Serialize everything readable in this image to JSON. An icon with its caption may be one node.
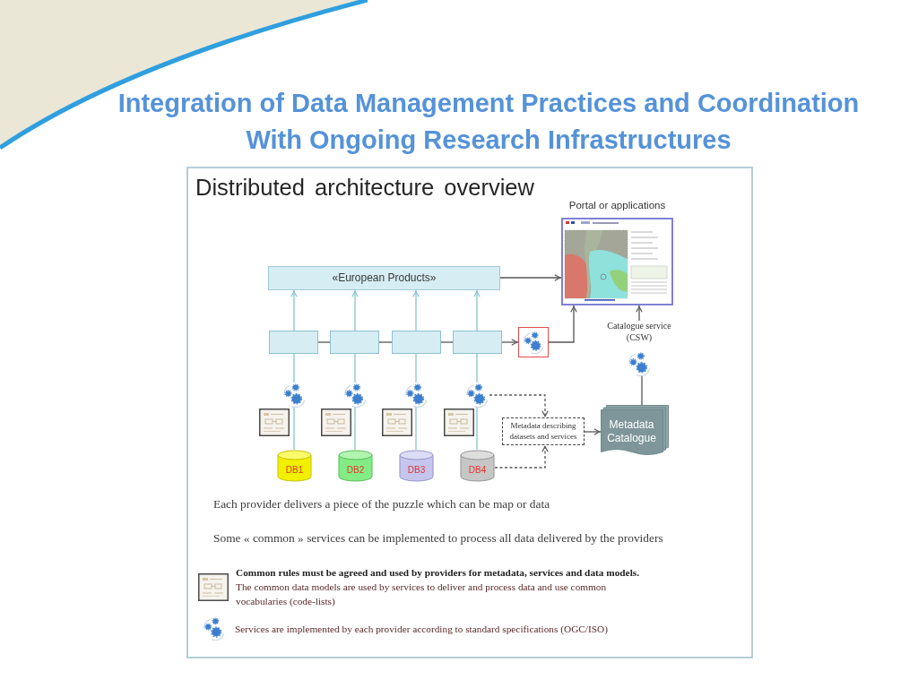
{
  "diagram": {
    "title": "Integration of Data Management Practices and Coordination With Ongoing Research Infrastructures",
    "nodes": [
      {
        "text": [
          "«European Products»"
        ]
      },
      {
        "text": [
          "Portal or applications"
        ]
      },
      {
        "text": [],
        "shape": "box"
      },
      {
        "text": [],
        "shape": "box"
      },
      {
        "text": [],
        "shape": "box"
      },
      {
        "text": [],
        "shape": "box"
      },
      {
        "text": [],
        "shape": "box"
      },
      {
        "text": [
          "Catalogue service (CSW)"
        ]
      },
      {
        "text": [],
        "shape": "gears"
      },
      {
        "text": [],
        "shape": "gears"
      },
      {
        "text": [],
        "shape": "gears"
      },
      {
        "text": [],
        "shape": "gears"
      },
      {
        "text": [],
        "shape": "gears"
      },
      {
        "text": [
          "Metadata describing datasets and services"
        ]
      },
      {
        "text": [
          "Metadata Catalogue"
        ]
      },
      {
        "text": [
          "DB1"
        ]
      },
      {
        "text": [
          "DB2"
        ]
      },
      {
        "text": [
          "DB3"
        ]
      },
      {
        "text": [
          "DB4"
        ]
      }
    ],
    "edges": [
      {
        "from": 0,
        "to": 1,
        "arrow": "to",
        "color": "#555555"
      },
      {
        "from": 2,
        "to": 0,
        "arrow": "to"
      },
      {
        "from": 3,
        "to": 0,
        "arrow": "to"
      },
      {
        "from": 4,
        "to": 0,
        "arrow": "to"
      },
      {
        "from": 5,
        "to": 0,
        "arrow": "to"
      },
      {
        "from": 2,
        "to": 3,
        "arrow": "none",
        "color": "#555555"
      },
      {
        "from": 3,
        "to": 4,
        "arrow": "none",
        "color": "#555555"
      },
      {
        "from": 4,
        "to": 5,
        "arrow": "none",
        "color": "#555555"
      },
      {
        "from": 5,
        "to": 6,
        "arrow": "to",
        "color": "#555555"
      },
      {
        "from": 6,
        "to": 1,
        "arrow": "to",
        "color": "#555555"
      },
      {
        "from": 7,
        "to": 1,
        "arrow": "to",
        "color": "#555555"
      },
      {
        "from": 14,
        "to": 8,
        "arrow": "none",
        "color": "#555555"
      },
      {
        "from": 9,
        "to": 2,
        "arrow": "none"
      },
      {
        "from": 10,
        "to": 3,
        "arrow": "none"
      },
      {
        "from": 11,
        "to": 4,
        "arrow": "none"
      },
      {
        "from": 12,
        "to": 5,
        "arrow": "none"
      },
      {
        "from": 15,
        "to": 9,
        "arrow": "none"
      },
      {
        "from": 16,
        "to": 10,
        "arrow": "none"
      },
      {
        "from": 17,
        "to": 11,
        "arrow": "none"
      },
      {
        "from": 18,
        "to": 12,
        "arrow": "none"
      },
      {
        "from": 12,
        "to": 13,
        "arrow": "to",
        "style": "dashed",
        "color": "#555555"
      },
      {
        "from": 18,
        "to": 13,
        "arrow": "to",
        "style": "dashed",
        "color": "#555555"
      },
      {
        "from": 13,
        "to": 14,
        "arrow": "to",
        "color": "#555555"
      }
    ],
    "labels": [
      "Distributed architecture overview",
      "Each provider delivers a piece of the puzzle which can be map or data",
      "Some « common » services can be implemented to process all data delivered by the providers"
    ],
    "legend": [
      {
        "text": "**Common rules must be agreed and used by providers for metadata, services and data models.** The common data models are used by services to deliver and process data and use common vocabularies (code-lists)"
      },
      {
        "text": "Services are implemented by each provider according to standard specifications (OGC/ISO)"
      }
    ]
  }
}
